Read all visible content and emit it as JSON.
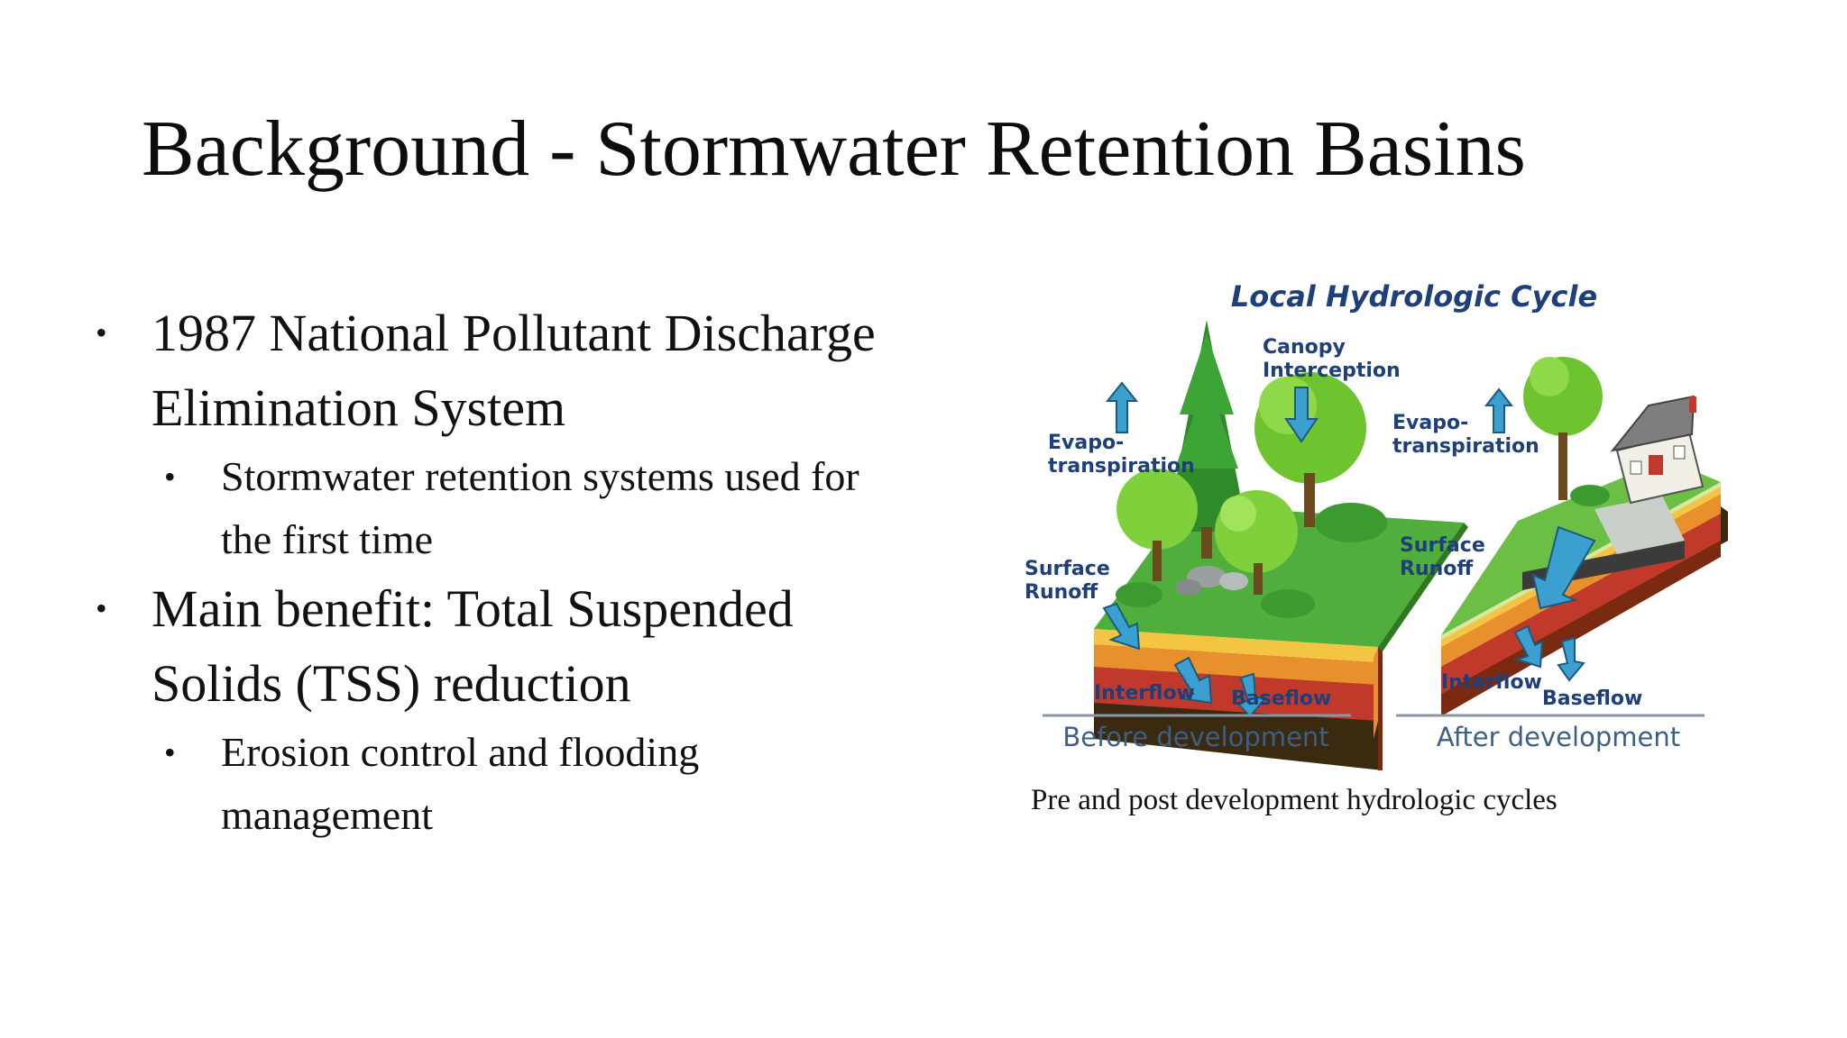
{
  "slide": {
    "title": "Background - Stormwater Retention Basins",
    "bullets": [
      {
        "level": 1,
        "text": "1987 National Pollutant Discharge"
      },
      {
        "level": 1,
        "text": "Elimination System"
      },
      {
        "level": 2,
        "text": "Stormwater retention systems used for"
      },
      {
        "level": 2,
        "text": "the first time"
      },
      {
        "level": 1,
        "text": "Main benefit: Total Suspended"
      },
      {
        "level": 1,
        "text": "Solids (TSS) reduction"
      },
      {
        "level": 2,
        "text": "Erosion control and flooding"
      },
      {
        "level": 2,
        "text": "management"
      }
    ],
    "bullet_glyph": "•"
  },
  "figure": {
    "title": "Local Hydrologic Cycle",
    "labels": {
      "canopy_1": "Canopy",
      "canopy_2": "Interception",
      "evapo_1": "Evapo-",
      "evapo_2": "transpiration",
      "surface_1": "Surface",
      "surface_2": "Runoff",
      "interflow": "Interflow",
      "baseflow": "Baseflow"
    },
    "before_label": "Before development",
    "after_label": "After development",
    "caption": "Pre and post development hydrologic cycles",
    "colors": {
      "label_blue": "#1f3f7a",
      "arrow_blue": "#3ba0d0",
      "grass": "#4fae3c",
      "soil_red": "#c0392b",
      "soil_orange": "#e8902c"
    }
  }
}
